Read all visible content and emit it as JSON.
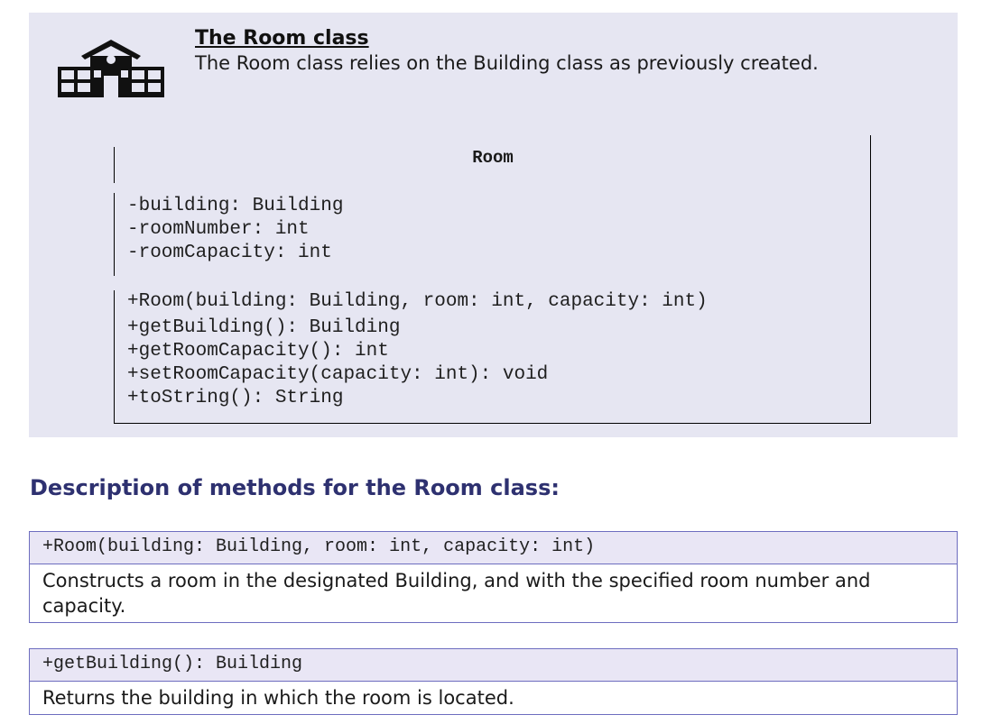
{
  "header": {
    "title": "The Room class",
    "subtitle": "The Room class relies on the Building class as previously created."
  },
  "uml": {
    "class_name": "Room",
    "attributes": [
      "-building: Building",
      "-roomNumber: int",
      "-roomCapacity: int"
    ],
    "methods": [
      "+Room(building: Building, room: int, capacity: int)",
      "+getBuilding(): Building",
      "+getRoomCapacity(): int",
      "+setRoomCapacity(capacity: int): void",
      "+toString(): String"
    ]
  },
  "descriptions": {
    "heading": "Description of methods for the Room class:",
    "items": [
      {
        "signature": "+Room(building: Building, room: int, capacity: int)",
        "text": "Constructs a room in the designated Building, and with the specified room number and capacity."
      },
      {
        "signature": "+getBuilding(): Building",
        "text": "Returns the building in which the room is located."
      }
    ]
  },
  "icons": {
    "header_icon": "school-building-icon"
  }
}
